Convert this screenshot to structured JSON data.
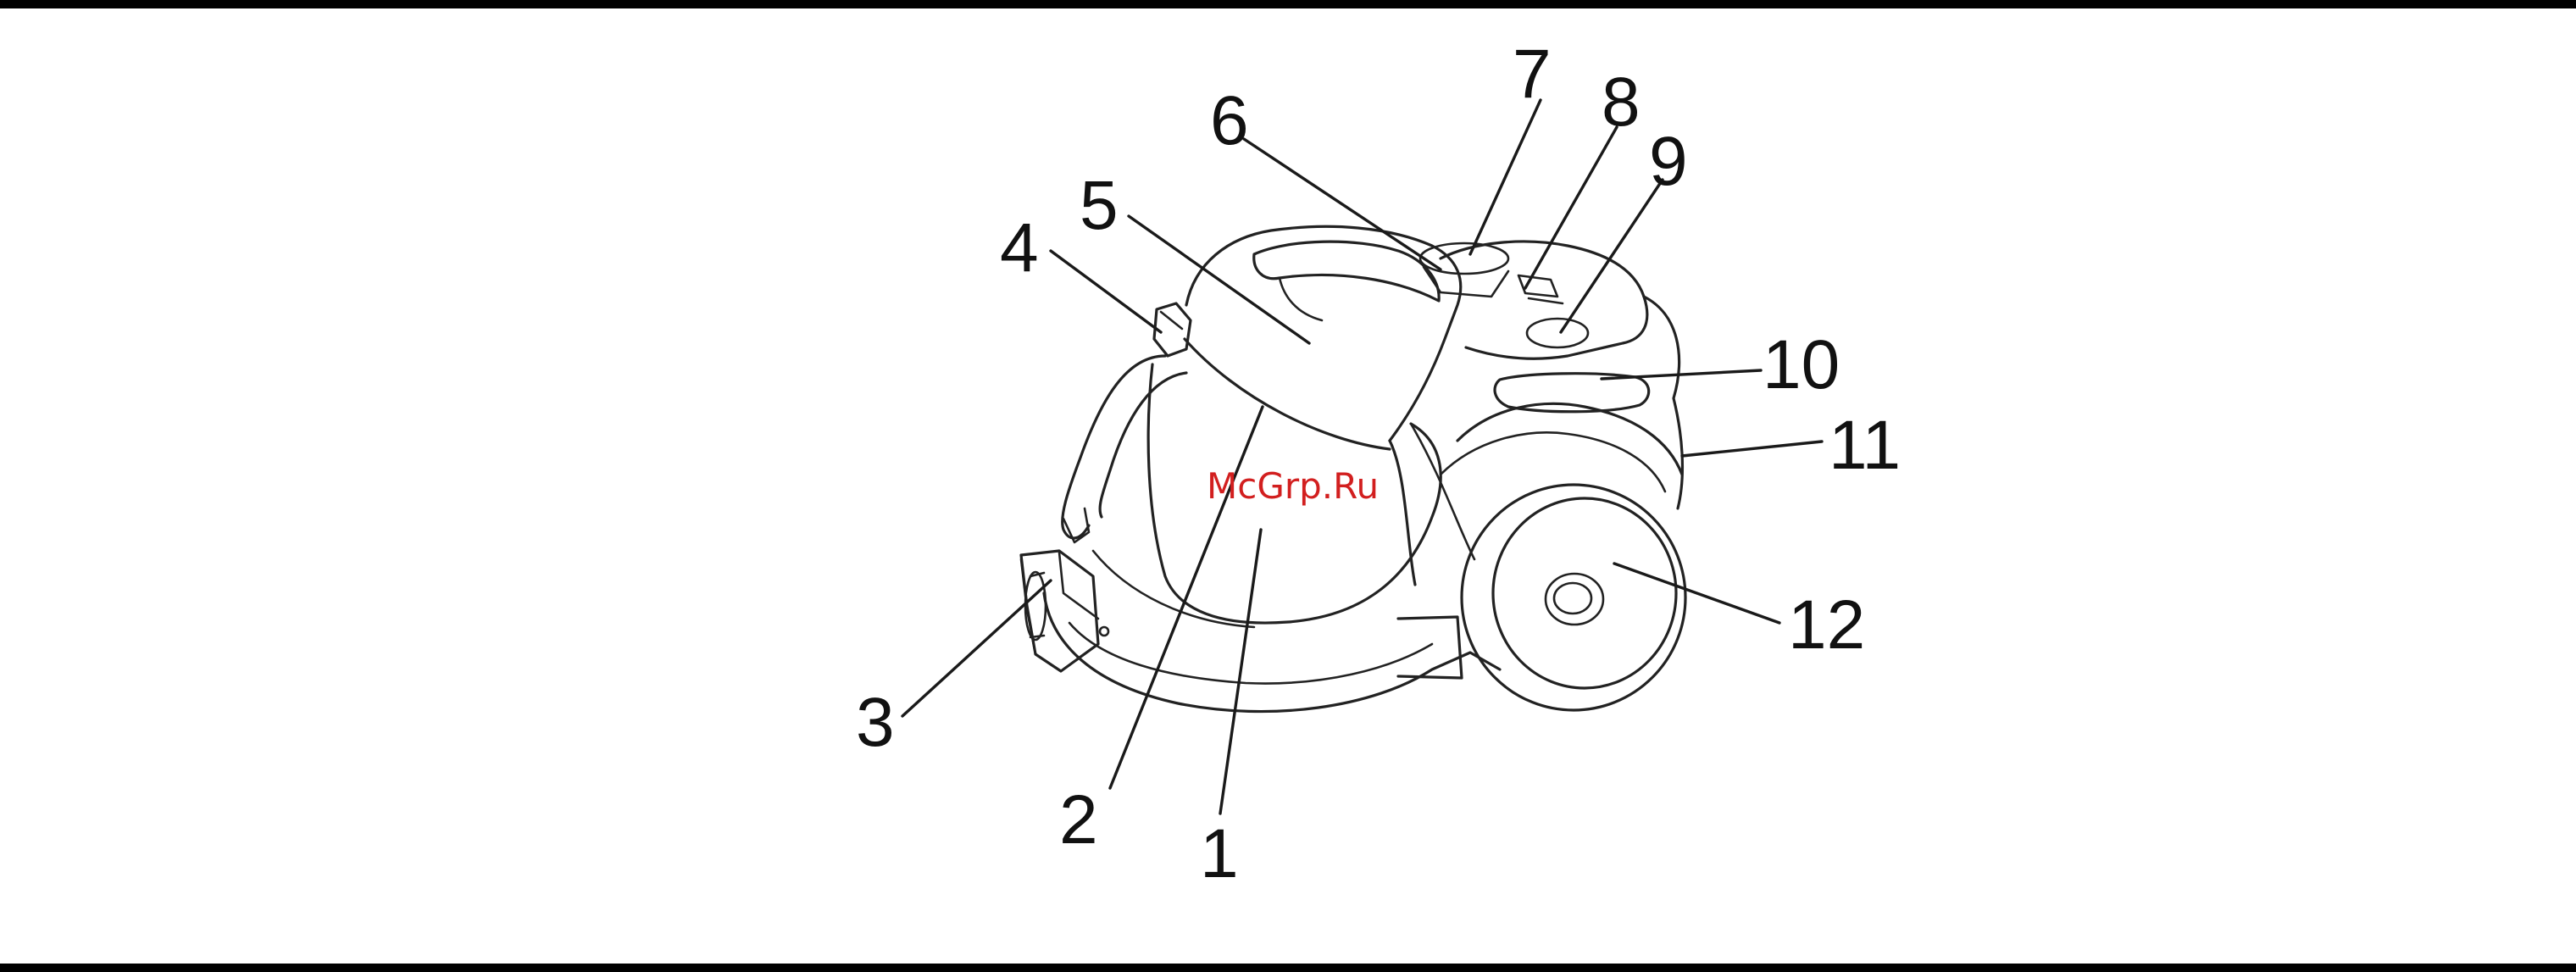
{
  "diagram": {
    "callouts": [
      {
        "id": "1",
        "text": "1"
      },
      {
        "id": "2",
        "text": "2"
      },
      {
        "id": "3",
        "text": "3"
      },
      {
        "id": "4",
        "text": "4"
      },
      {
        "id": "5",
        "text": "5"
      },
      {
        "id": "6",
        "text": "6"
      },
      {
        "id": "7",
        "text": "7"
      },
      {
        "id": "8",
        "text": "8"
      },
      {
        "id": "9",
        "text": "9"
      },
      {
        "id": "10",
        "text": "10"
      },
      {
        "id": "11",
        "text": "11"
      },
      {
        "id": "12",
        "text": "12"
      }
    ],
    "watermark": "McGrp.Ru",
    "colors": {
      "line": "#222222",
      "watermark": "#d21f1f",
      "rule": "#000000"
    }
  }
}
